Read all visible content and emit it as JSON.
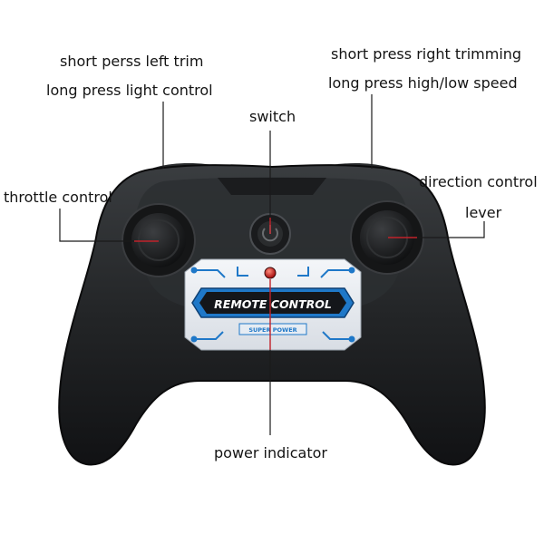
{
  "labels": {
    "left_trim": "short perss left trim",
    "left_light": "long press light control",
    "right_trim": "short press right trimming",
    "right_speed": "long press high/low speed",
    "switch": "switch",
    "throttle": "throttle control",
    "direction_line1": "direction control",
    "direction_line2": "lever",
    "power": "power indicator"
  },
  "panel": {
    "title": "REMOTE CONTROL",
    "subtitle": "SUPER POWER"
  },
  "colors": {
    "body": "#1f2123",
    "leader_line": "#1a1a1a",
    "pointer": "#c0222a",
    "panel_blue": "#1f78c8",
    "led": "#d92020"
  }
}
